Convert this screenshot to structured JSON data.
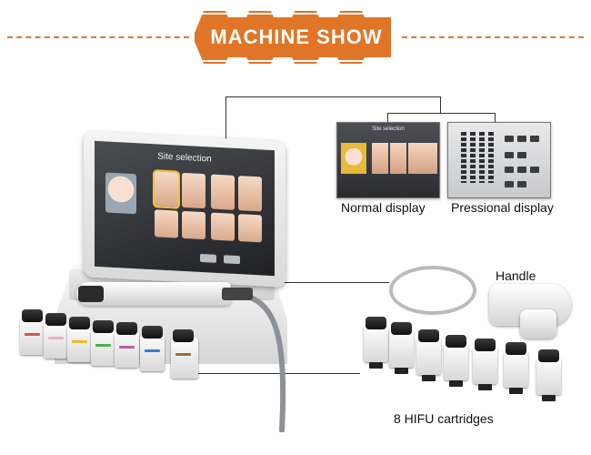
{
  "banner": {
    "title": "MACHINE SHOW"
  },
  "main_screen": {
    "title": "Site selection"
  },
  "normal_screen": {
    "title": "Site selection"
  },
  "labels": {
    "normal_display": "Normal display",
    "professional_display": "Pressional display",
    "handle": "Handle",
    "cartridges": "8 HIFU cartridges"
  },
  "colors": {
    "banner": "#e07528",
    "cartridge_stripes": [
      "#d9534f",
      "#e8b0c0",
      "#e6c020",
      "#4caf50",
      "#c05bb0",
      "#3a7bd5",
      "#9b6b3a"
    ]
  }
}
